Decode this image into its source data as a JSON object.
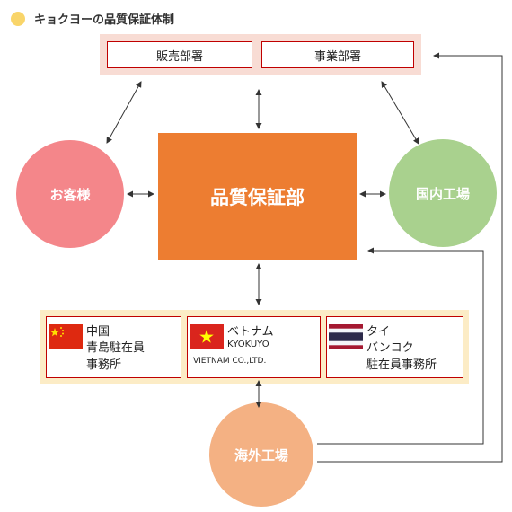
{
  "title": "キョクヨーの品質保証体制",
  "departments": {
    "sales": "販売部署",
    "business": "事業部署"
  },
  "center": "品質保証部",
  "customer": "お客様",
  "domestic_factory": "国内工場",
  "overseas_factory": "海外工場",
  "offices": {
    "china": {
      "line1": "中国",
      "line2": "青島駐在員",
      "line3": "事務所"
    },
    "vietnam": {
      "line1": "ベトナム",
      "line2": "KYOKUYO",
      "line3": "VIETNAM CO.,LTD."
    },
    "thailand": {
      "line1": "タイ",
      "line2": "バンコク",
      "line3": "駐在員事務所"
    }
  },
  "colors": {
    "center": "#ed7d31",
    "customer": "#f4868a",
    "domestic": "#a9d18e",
    "overseas": "#f4b183",
    "top_band": "#f8dcd4",
    "bottom_band": "#fcecc6",
    "box_border": "#c00000"
  }
}
